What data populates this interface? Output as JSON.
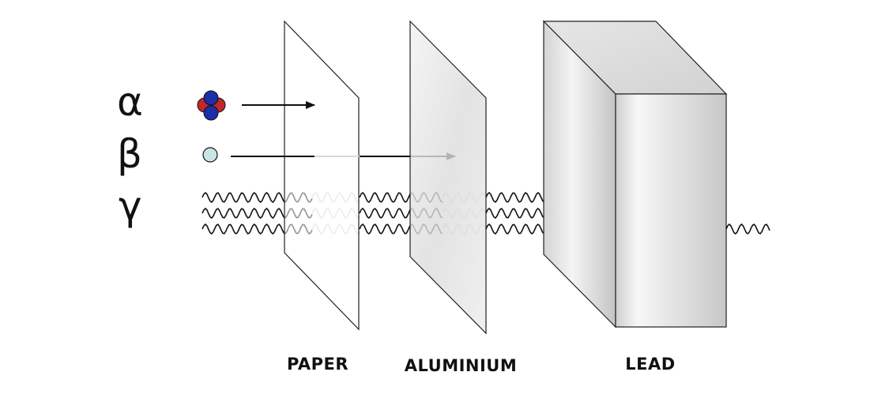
{
  "radiation": {
    "alpha_symbol": "α",
    "beta_symbol": "β",
    "gamma_symbol": "γ"
  },
  "materials": {
    "paper": "PAPER",
    "aluminium": "ALUMINIUM",
    "lead": "LEAD"
  },
  "colors": {
    "proton": "#c0282a",
    "neutron": "#1a2fa8",
    "electron": "#c9e4e6",
    "stroke": "#111111",
    "faded_stroke": "#d6d6d6"
  }
}
